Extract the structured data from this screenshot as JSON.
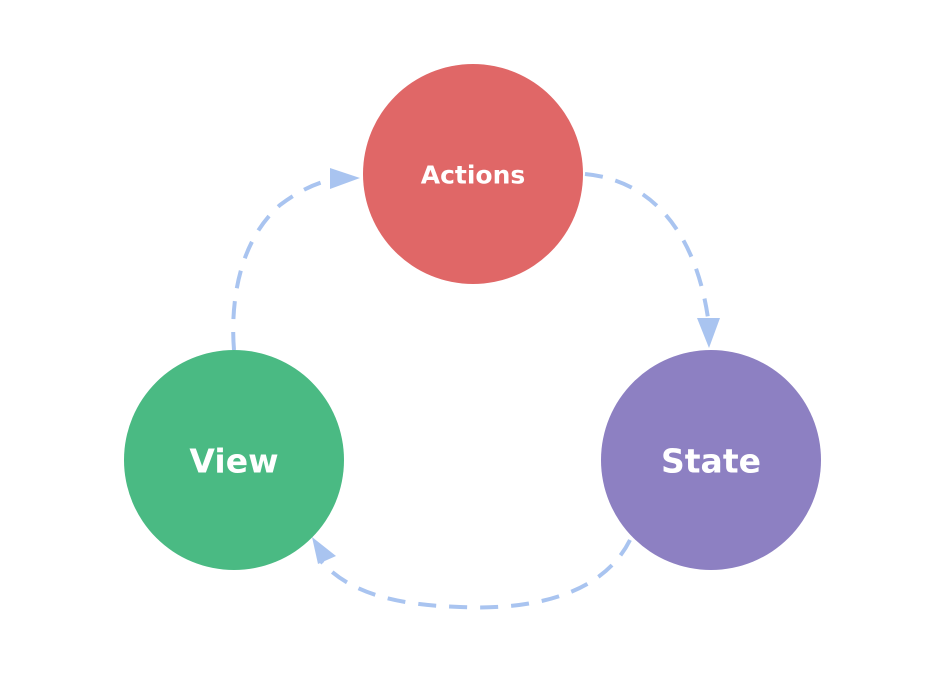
{
  "nodes": {
    "actions": {
      "label": "Actions",
      "color": "#e06767"
    },
    "state": {
      "label": "State",
      "color": "#8d80c2"
    },
    "view": {
      "label": "View",
      "color": "#4aba83"
    }
  },
  "arrow_color": "#a9c4f0"
}
